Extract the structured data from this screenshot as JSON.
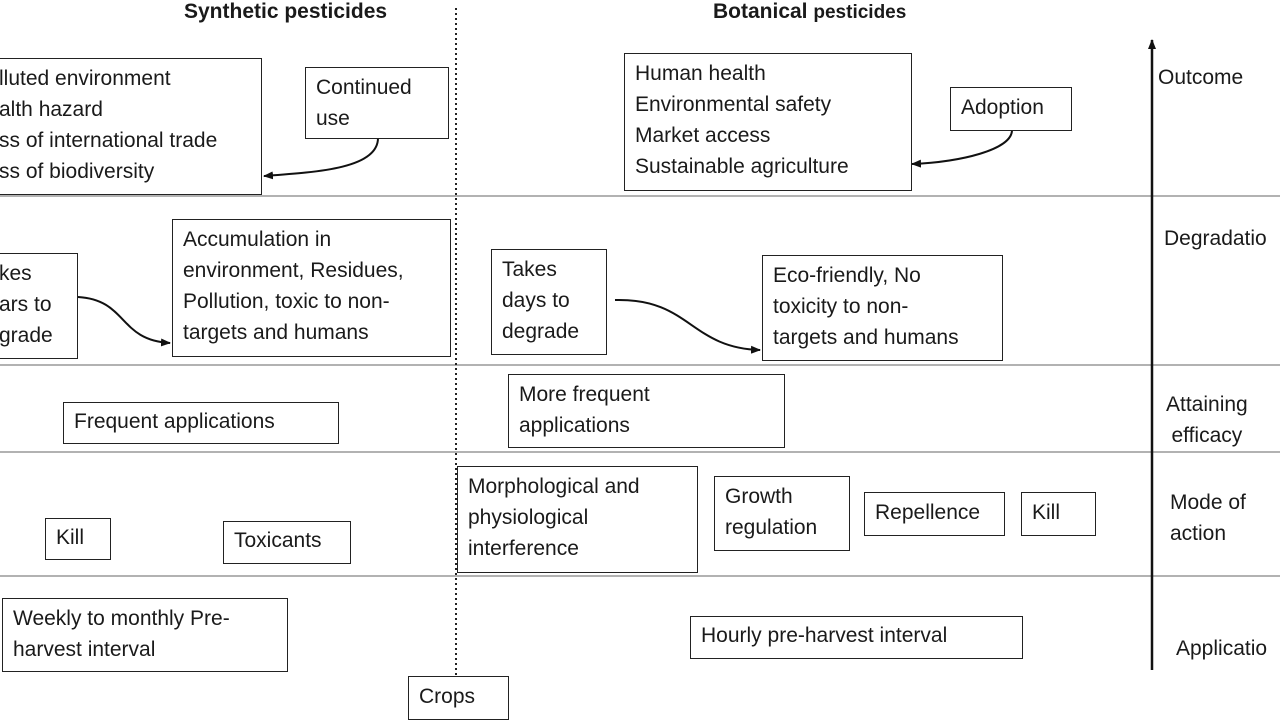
{
  "headers": {
    "synthetic": "Synthetic pesticides",
    "botanical_main": "Botanical",
    "botanical_sub": "pesticides"
  },
  "levels": [
    {
      "lines": [
        "Outcome"
      ]
    },
    {
      "lines": [
        "Degradatio"
      ]
    },
    {
      "lines": [
        "Attaining",
        "efficacy"
      ]
    },
    {
      "lines": [
        "Mode of",
        "action"
      ]
    },
    {
      "lines": [
        "Applicatio"
      ]
    }
  ],
  "synthetic": {
    "outcome": [
      "lluted environment",
      "alth hazard",
      "ss of international trade",
      "ss of biodiversity"
    ],
    "continued_use": [
      "Continued",
      "use"
    ],
    "takes_years": [
      "kes",
      "ars  to",
      "grade"
    ],
    "accumulation": [
      "Accumulation in",
      "environment, Residues,",
      "Pollution, toxic to  non-",
      "targets and humans"
    ],
    "frequent": "Frequent applications",
    "kill": "Kill",
    "toxicants": "Toxicants",
    "interval": [
      "Weekly to monthly Pre-",
      "harvest interval"
    ]
  },
  "botanical": {
    "outcome": [
      "Human health",
      "Environmental safety",
      "Market access",
      "Sustainable agriculture"
    ],
    "adoption": "Adoption",
    "takes_days": [
      "Takes",
      "days to",
      "degrade"
    ],
    "eco": [
      "Eco-friendly, No",
      "toxicity to non-",
      "targets and humans"
    ],
    "more_frequent": [
      "More frequent",
      "applications"
    ],
    "morphological": [
      "Morphological and",
      "physiological",
      "interference"
    ],
    "growth": [
      "Growth",
      "regulation"
    ],
    "repellence": "Repellence",
    "kill": "Kill",
    "interval": "Hourly pre-harvest interval"
  },
  "crops": "Crops"
}
